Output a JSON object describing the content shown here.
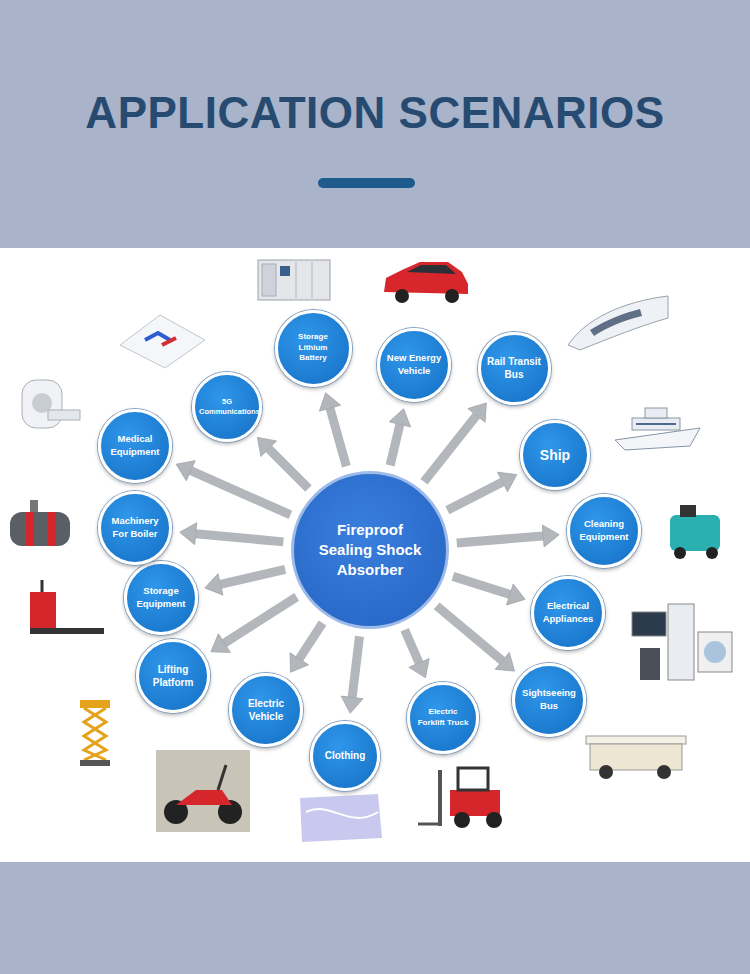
{
  "diagram": {
    "title": "APPLICATION SCENARIOS",
    "nodes": [
      {
        "text": [
          "Fireproof Sealing Shock Absorber"
        ]
      },
      {
        "text": [
          "Storage Lithium Battery"
        ]
      },
      {
        "text": [
          "New Energy Vehicle"
        ]
      },
      {
        "text": [
          "Rail Transit Bus"
        ]
      },
      {
        "text": [
          "Ship"
        ]
      },
      {
        "text": [
          "Cleaning Equipment"
        ]
      },
      {
        "text": [
          "Electrical Appliances"
        ]
      },
      {
        "text": [
          "Sightseeing Bus"
        ]
      },
      {
        "text": [
          "Electric Forklift Truck"
        ]
      },
      {
        "text": [
          "Clothing"
        ]
      },
      {
        "text": [
          "Electric Vehicle"
        ]
      },
      {
        "text": [
          "Lifting Platform"
        ]
      },
      {
        "text": [
          "Storage Equipment"
        ]
      },
      {
        "text": [
          "Machinery For Boiler"
        ]
      },
      {
        "text": [
          "Medical Equipment"
        ]
      },
      {
        "text": [
          "5G Communications"
        ]
      }
    ],
    "edges": [
      {
        "from": 0,
        "to": 1,
        "arrow": "to"
      },
      {
        "from": 0,
        "to": 2,
        "arrow": "to"
      },
      {
        "from": 0,
        "to": 3,
        "arrow": "to"
      },
      {
        "from": 0,
        "to": 4,
        "arrow": "to"
      },
      {
        "from": 0,
        "to": 5,
        "arrow": "to"
      },
      {
        "from": 0,
        "to": 6,
        "arrow": "to"
      },
      {
        "from": 0,
        "to": 7,
        "arrow": "to"
      },
      {
        "from": 0,
        "to": 8,
        "arrow": "to"
      },
      {
        "from": 0,
        "to": 9,
        "arrow": "to"
      },
      {
        "from": 0,
        "to": 10,
        "arrow": "to"
      },
      {
        "from": 0,
        "to": 11,
        "arrow": "to"
      },
      {
        "from": 0,
        "to": 12,
        "arrow": "to"
      },
      {
        "from": 0,
        "to": 13,
        "arrow": "to"
      },
      {
        "from": 0,
        "to": 14,
        "arrow": "to"
      },
      {
        "from": 0,
        "to": 15,
        "arrow": "to"
      }
    ]
  }
}
